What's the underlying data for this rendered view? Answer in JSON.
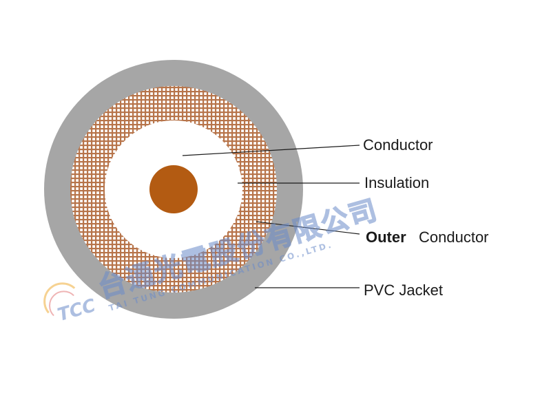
{
  "diagram": {
    "labels": {
      "conductor": "Conductor",
      "insulation": "Insulation",
      "outer_conductor_prefix": "Outer",
      "outer_conductor_suffix": "Conductor",
      "jacket": "PVC Jacket"
    },
    "colors": {
      "jacket": "#a6a6a6",
      "braid_base": "#ffffff",
      "braid_line": "#b7744a",
      "insulation": "#ffffff",
      "core": "#b35b12",
      "leader": "#1a1a1a"
    }
  },
  "watermark": {
    "logo": "TCC",
    "chinese_name": "台通光電股份有限公司",
    "english_name": "TAI TUNG COMMUNICATION CO.,LTD."
  }
}
